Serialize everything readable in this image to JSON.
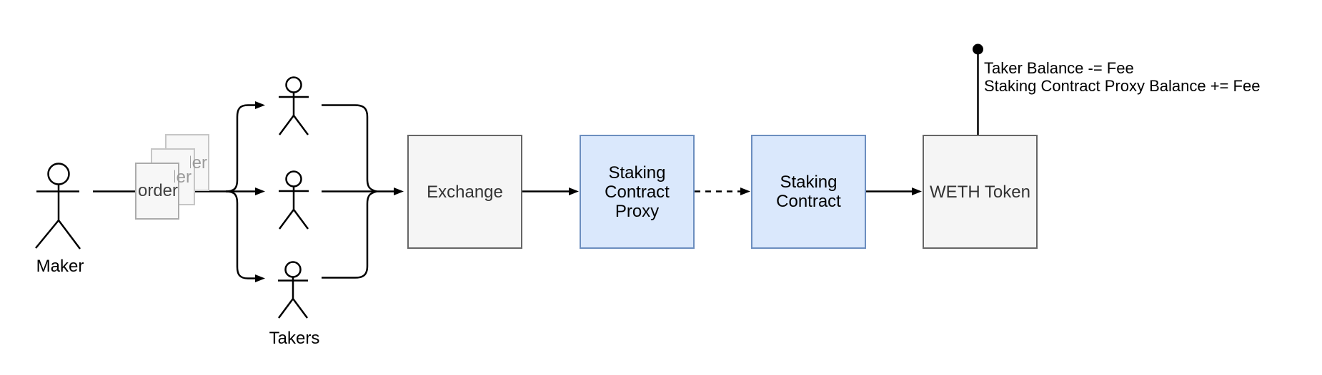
{
  "actors": {
    "maker": {
      "label": "Maker"
    },
    "takers": {
      "label": "Takers",
      "count": 3
    }
  },
  "papers": {
    "label": "order",
    "count": 3
  },
  "nodes": {
    "exchange": {
      "label": "Exchange"
    },
    "staking_contract_proxy": {
      "label": "Staking\nContract\nProxy"
    },
    "staking_contract": {
      "label": "Staking\nContract"
    },
    "weth_token": {
      "label": "WETH Token"
    }
  },
  "annotation": {
    "line1": "Taker Balance -= Fee",
    "line2": "Staking Contract Proxy Balance += Fee"
  },
  "edges": [
    {
      "from": "maker",
      "to": "orders",
      "style": "solid-line"
    },
    {
      "from": "orders",
      "to": "takers",
      "style": "solid-arrow",
      "fanout": 3
    },
    {
      "from": "takers",
      "to": "exchange",
      "style": "solid-arrow",
      "fanin": 3
    },
    {
      "from": "exchange",
      "to": "staking_contract_proxy",
      "style": "solid-arrow"
    },
    {
      "from": "staking_contract_proxy",
      "to": "staking_contract",
      "style": "dashed-arrow"
    },
    {
      "from": "staking_contract",
      "to": "weth_token",
      "style": "solid-arrow"
    },
    {
      "from": "weth_token",
      "to": "fee_annotation",
      "style": "line-with-dot"
    }
  ],
  "colors": {
    "canvas-bg": "#ffffff",
    "line": "#000000",
    "node-gray-fill": "#f5f5f5",
    "node-gray-border": "#666666",
    "node-gray-text": "#333333",
    "node-blue-fill": "#dae8fc",
    "node-blue-border": "#6c8ebf",
    "paper-fill": "#f7f7f7",
    "paper-border-front": "#ababab",
    "paper-border-back": "#c6c6c6",
    "paper-text-front": "#414141",
    "paper-text-back": "#9c9c9c"
  }
}
